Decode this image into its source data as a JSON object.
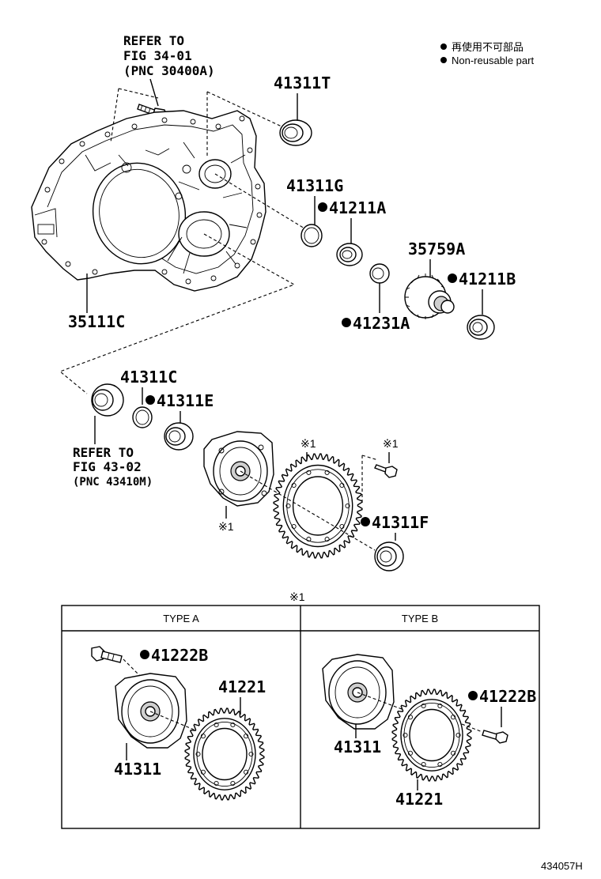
{
  "legend": {
    "jp": "再使用不可部品",
    "en": "Non-reusable part"
  },
  "refer_top": {
    "line1": "REFER TO",
    "line2": "FIG 34-01",
    "line3": "(PNC 30400A)"
  },
  "refer_mid": {
    "line1": "REFER TO",
    "line2": "FIG 43-02",
    "line3": "(PNC 43410M)"
  },
  "parts": {
    "p41311T": "41311T",
    "p41311G": "41311G",
    "p41211A": "41211A",
    "p35759A": "35759A",
    "p41211B": "41211B",
    "p41231A": "41231A",
    "p35111C": "35111C",
    "p41311C": "41311C",
    "p41311E": "41311E",
    "p41311F": "41311F"
  },
  "notes": {
    "ref_mark": "※1"
  },
  "type_table": {
    "type_a": "TYPE A",
    "type_b": "TYPE B",
    "a_bolt": "41222B",
    "a_case": "41311",
    "a_gear": "41221",
    "b_bolt": "41222B",
    "b_case": "41311",
    "b_gear": "41221"
  },
  "figure_id": "434057H"
}
